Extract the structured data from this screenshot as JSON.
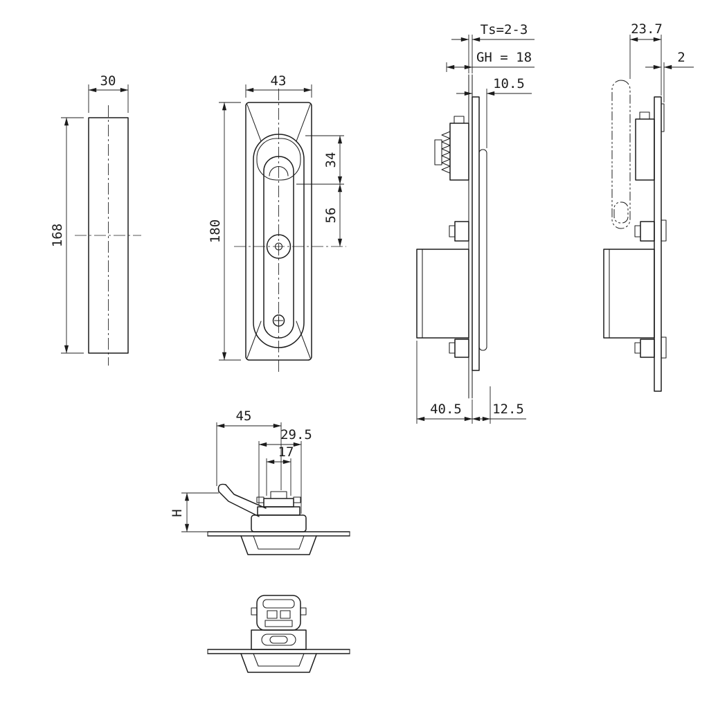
{
  "colors": {
    "line": "#1c1c1c",
    "background": "#ffffff"
  },
  "views": {
    "side_profile": {
      "dim_width": "30",
      "dim_height": "168"
    },
    "front": {
      "dim_width": "43",
      "dim_height": "180",
      "dim_recess_depth": "34",
      "dim_recess_to_lock": "56"
    },
    "side_mounted": {
      "dim_panel_thickness": "Ts=2-3",
      "dim_grip_height": "GH = 18",
      "dim_front_offset": "10.5",
      "dim_rear_depth": "40.5",
      "dim_front_depth": "12.5"
    },
    "side_rear": {
      "dim_total_depth": "23.7",
      "dim_clearance": "2"
    },
    "top_open": {
      "dim_overall": "45",
      "dim_lever": "29.5",
      "dim_square": "17",
      "dim_height": "H"
    }
  }
}
